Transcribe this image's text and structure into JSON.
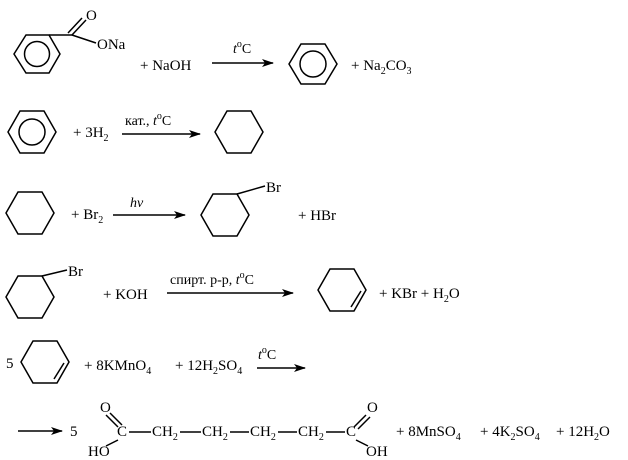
{
  "reactions": [
    {
      "substituent": {
        "double_o": "O",
        "single_o": "ONa"
      },
      "reagents": [
        {
          "text": "+ NaOH",
          "sub": []
        }
      ],
      "condition": {
        "parts": [
          {
            "t": "t",
            "italic": true
          },
          {
            "t": "o",
            "sup": true
          },
          {
            "t": "C"
          }
        ]
      },
      "products": [
        {
          "text": "+ Na",
          "sub": [
            "2"
          ],
          "after": "CO",
          "sub2": [
            "3"
          ]
        }
      ]
    },
    {
      "reagents": [
        {
          "text": "+ 3H",
          "sub": [
            "2"
          ]
        }
      ],
      "condition": {
        "parts": [
          {
            "t": "кат., "
          },
          {
            "t": "t",
            "italic": true
          },
          {
            "t": "o",
            "sup": true
          },
          {
            "t": "C"
          }
        ]
      }
    },
    {
      "reagents": [
        {
          "text": "+ Br",
          "sub": [
            "2"
          ]
        }
      ],
      "condition": {
        "parts": [
          {
            "t": "hv",
            "italic": true
          }
        ]
      },
      "substituent": "Br",
      "products": [
        {
          "text": "+ HBr"
        }
      ]
    },
    {
      "substituent": "Br",
      "reagents": [
        {
          "text": "+ KOH"
        }
      ],
      "condition": {
        "parts": [
          {
            "t": "спирт. р-р, "
          },
          {
            "t": "t",
            "italic": true
          },
          {
            "t": "o",
            "sup": true
          },
          {
            "t": "C"
          }
        ]
      },
      "products": [
        {
          "text": "+ KBr + H"
        },
        {
          "sub_h2o": "2",
          "o": "O"
        }
      ]
    },
    {
      "coefficient": "5",
      "reagents": [
        {
          "text": "+ 8KMnO",
          "sub": "4"
        },
        {
          "text": "+ 12H",
          "sub1": "2",
          "mid": "SO",
          "sub2": "4"
        }
      ],
      "condition": {
        "parts": [
          {
            "t": "t",
            "italic": true
          },
          {
            "t": "o",
            "sup": true
          },
          {
            "t": "C"
          }
        ]
      }
    },
    {
      "coefficient": "5",
      "acid": {
        "o_left": "O",
        "ho_left": "HO",
        "c": "C",
        "ch2": "CH",
        "sub2": "2",
        "o_right": "O",
        "oh_right": "OH"
      },
      "products": {
        "mnso4": {
          "pre": "+ 8MnSO",
          "sub": "4"
        },
        "k2so4": {
          "pre": "+ 4K",
          "sub1": "2",
          "mid": "SO",
          "sub2": "4"
        },
        "h2o": {
          "pre": "+ 12H",
          "sub": "2",
          "post": "O"
        }
      }
    }
  ]
}
